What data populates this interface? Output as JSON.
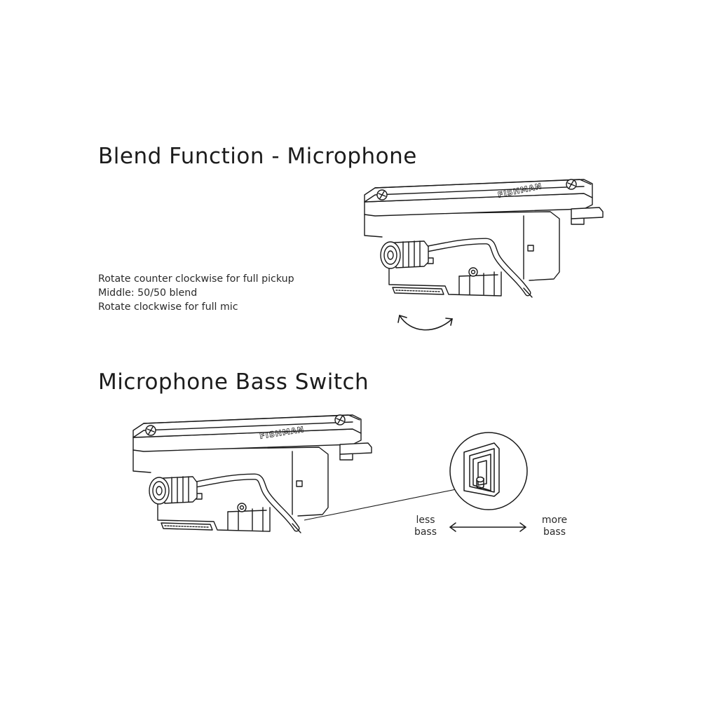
{
  "sections": [
    {
      "title": "Blend Function - Microphone",
      "notes": [
        "Rotate counter clockwise for full pickup",
        "Middle: 50/50 blend",
        "Rotate clockwise for full mic"
      ]
    },
    {
      "title": "Microphone Bass Switch",
      "switch_labels": {
        "left": "less bass",
        "right": "more bass"
      }
    }
  ],
  "device": {
    "brand_text": "FISHMAN"
  },
  "colors": {
    "line": "#1a1a1a",
    "background": "#ffffff"
  },
  "icons": [
    "pickup-device-icon",
    "rotate-arrow-icon",
    "double-arrow-icon",
    "switch-detail-icon"
  ]
}
